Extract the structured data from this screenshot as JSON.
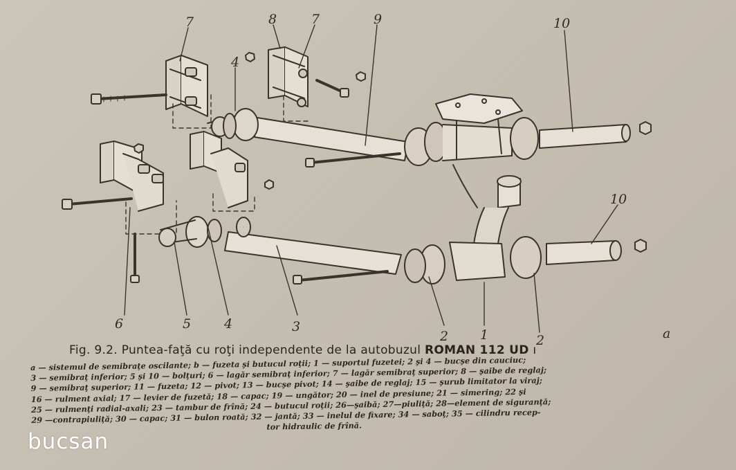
{
  "figure": {
    "callouts": {
      "n7_left": "7",
      "n8": "8",
      "n7_right": "7",
      "n9": "9",
      "n10_top": "10",
      "n4_top": "4",
      "n10_bottom": "10",
      "n6": "6",
      "n5": "5",
      "n4_bottom": "4",
      "n3": "3",
      "n2_left": "2",
      "n1": "1",
      "n2_right": "2"
    },
    "panel_letter": "a"
  },
  "caption": {
    "title": "Fig. 9.2. Puntea-faţă cu roţi independente de la autobuzul",
    "model": "ROMAN 112 UD",
    "title_end": "ı"
  },
  "legend_lines": [
    "a — sistemul de semibraţe oscilante; b — fuzeta şi butucul roţii; 1 — suportul fuzetei; 2 şi 4 — bucşe din cauciuc;",
    "3 — semibraţ inferior; 5 şi 10 — bolţuri; 6 — lagăr semibraţ inferior; 7 — lagăr semibraţ superior; 8 — şaibe de reglaj;",
    "9 — semibraţ superior; 11 — fuzeta; 12 — pivot; 13 — bucşe pivot; 14 — şaibe de reglaj; 15 — şurub limitator la viraj;",
    "16 — rulment axial; 17 — levier de fuzetă; 18 — capac; 19 — ungător; 20 — inel de presiune; 21 — simering; 22 şi",
    "25 — rulmenţi radial-axali; 23 — tambur de frînă; 24 — butucul roţii; 26—şaibă; 27—piuliţă; 28—element de siguranţă;",
    "29 —contrapiuliţă; 30 — capac; 31 — bulon roată; 32 — jantă; 33 — inelul de fixare; 34 — saboţ; 35 — cilindru recep-",
    "tor hidraulic de frînă."
  ],
  "watermark": "bucsan"
}
